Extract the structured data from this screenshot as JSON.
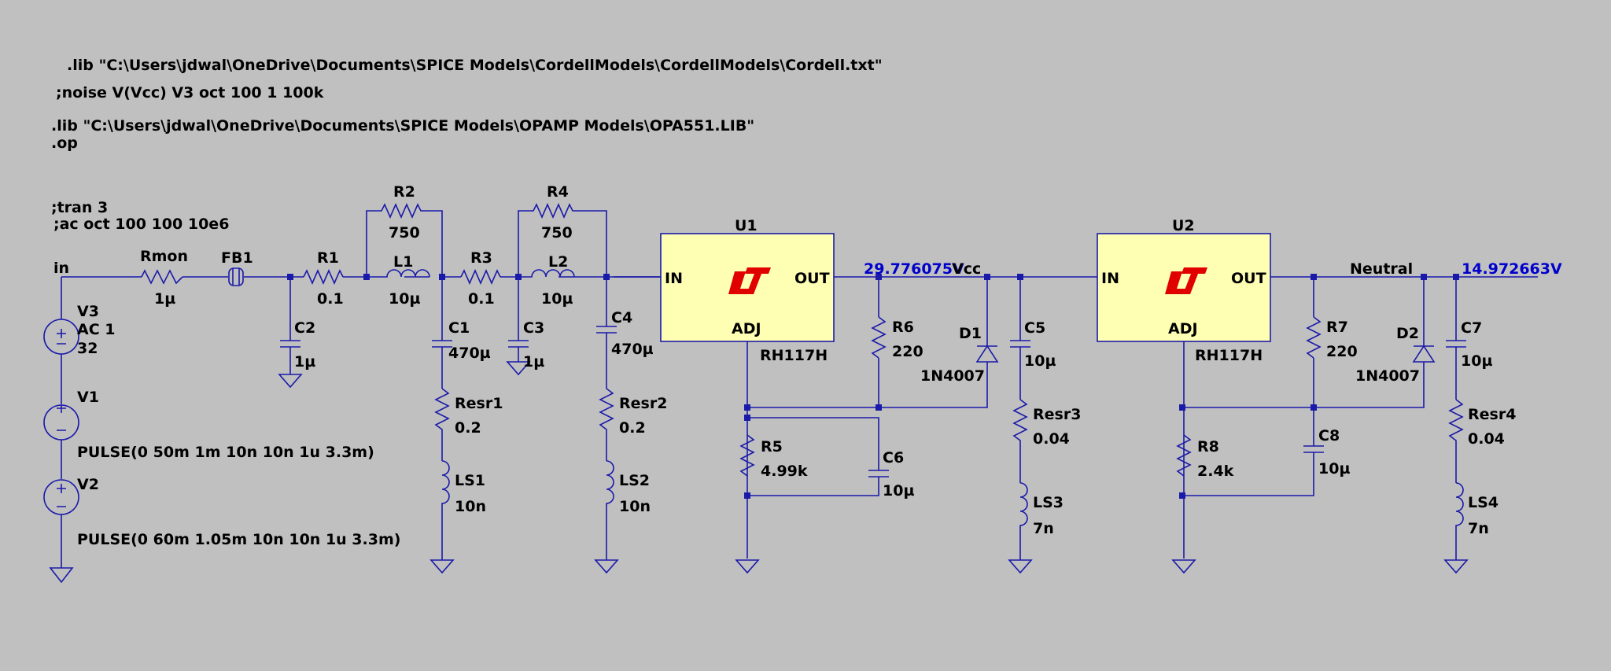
{
  "directives": {
    "lib_cordell": ".lib \"C:\\Users\\jdwal\\OneDrive\\Documents\\SPICE Models\\CordellModels\\CordellModels\\Cordell.txt\"",
    "noise": ";noise V(Vcc) V3 oct 100 1 100k",
    "lib_opa": ".lib \"C:\\Users\\jdwal\\OneDrive\\Documents\\SPICE Models\\OPAMP Models\\OPA551.LIB\"",
    "op": ".op",
    "tran": ";tran 3",
    "ac": ";ac oct 100 100 10e6"
  },
  "nets": {
    "in": "in",
    "vcc": "Vcc",
    "neutral": "Neutral",
    "vcc_voltage": "29.776075V",
    "neutral_voltage": "14.972663V"
  },
  "sources": {
    "v3": {
      "name": "V3",
      "line1": "AC 1",
      "line2": "32"
    },
    "v1": {
      "name": "V1",
      "value": "PULSE(0 50m 1m 10n 10n 1u 3.3m)"
    },
    "v2": {
      "name": "V2",
      "value": "PULSE(0 60m 1.05m 10n 10n 1u 3.3m)"
    }
  },
  "parts": {
    "rmon": {
      "name": "Rmon",
      "value": "1µ"
    },
    "fb1": {
      "name": "FB1"
    },
    "r1": {
      "name": "R1",
      "value": "0.1"
    },
    "r2": {
      "name": "R2",
      "value": "750"
    },
    "l1": {
      "name": "L1",
      "value": "10µ"
    },
    "r3": {
      "name": "R3",
      "value": "0.1"
    },
    "r4": {
      "name": "R4",
      "value": "750"
    },
    "l2": {
      "name": "L2",
      "value": "10µ"
    },
    "c2": {
      "name": "C2",
      "value": "1µ"
    },
    "c1": {
      "name": "C1",
      "value": "470µ"
    },
    "resr1": {
      "name": "Resr1",
      "value": "0.2"
    },
    "ls1": {
      "name": "LS1",
      "value": "10n"
    },
    "c3": {
      "name": "C3",
      "value": "1µ"
    },
    "c4": {
      "name": "C4",
      "value": "470µ"
    },
    "resr2": {
      "name": "Resr2",
      "value": "0.2"
    },
    "ls2": {
      "name": "LS2",
      "value": "10n"
    },
    "r6": {
      "name": "R6",
      "value": "220"
    },
    "d1": {
      "name": "D1",
      "value": "1N4007"
    },
    "c5": {
      "name": "C5",
      "value": "10µ"
    },
    "resr3": {
      "name": "Resr3",
      "value": "0.04"
    },
    "ls3": {
      "name": "LS3",
      "value": "7n"
    },
    "r5": {
      "name": "R5",
      "value": "4.99k"
    },
    "c6": {
      "name": "C6",
      "value": "10µ"
    },
    "r7": {
      "name": "R7",
      "value": "220"
    },
    "d2": {
      "name": "D2",
      "value": "1N4007"
    },
    "c7": {
      "name": "C7",
      "value": "10µ"
    },
    "resr4": {
      "name": "Resr4",
      "value": "0.04"
    },
    "ls4": {
      "name": "LS4",
      "value": "7n"
    },
    "r8": {
      "name": "R8",
      "value": "2.4k"
    },
    "c8": {
      "name": "C8",
      "value": "10µ"
    }
  },
  "regulators": {
    "u1": {
      "name": "U1",
      "model": "RH117H",
      "in": "IN",
      "out": "OUT",
      "adj": "ADJ"
    },
    "u2": {
      "name": "U2",
      "model": "RH117H",
      "in": "IN",
      "out": "OUT",
      "adj": "ADJ"
    }
  },
  "colors": {
    "background": "#c0c0c0",
    "wire": "#1a1aaa",
    "regulator_fill": "#ffffb4",
    "logo": "#e00000",
    "node_voltage": "#0000cc"
  },
  "icons": {
    "regulator_logo": "linear-technology-logo-icon",
    "ground": "ground-icon"
  }
}
